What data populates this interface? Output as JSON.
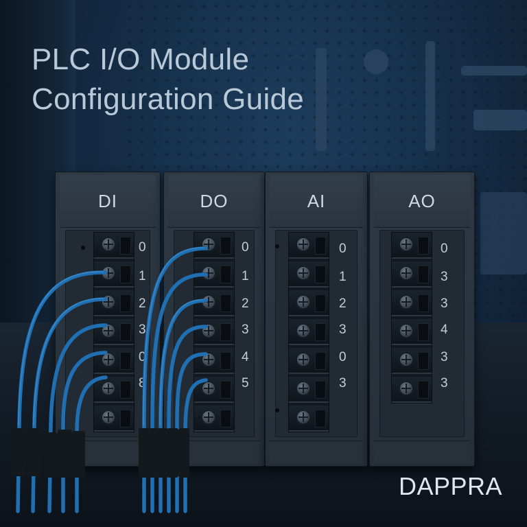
{
  "title": {
    "line1": "PLC I/O Module",
    "line2": "Configuration Guide"
  },
  "modules": [
    {
      "label": "DI",
      "channels": [
        "0",
        "1",
        "2",
        "3",
        "0",
        "8"
      ]
    },
    {
      "label": "DO",
      "channels": [
        "0",
        "1",
        "2",
        "3",
        "4",
        "5"
      ]
    },
    {
      "label": "AI",
      "channels": [
        "0",
        "1",
        "2",
        "3",
        "0",
        "3"
      ]
    },
    {
      "label": "AO",
      "channels": [
        "0",
        "3",
        "3",
        "4",
        "3",
        "3"
      ]
    }
  ],
  "brand": "DAPPRA",
  "colors": {
    "background": "#16304a",
    "module_body": "#2e3944",
    "wire": "#1f6fb2",
    "title_text": "#b9c9d8"
  },
  "icons": [
    "terminal-screw-icon",
    "status-led-icon"
  ]
}
